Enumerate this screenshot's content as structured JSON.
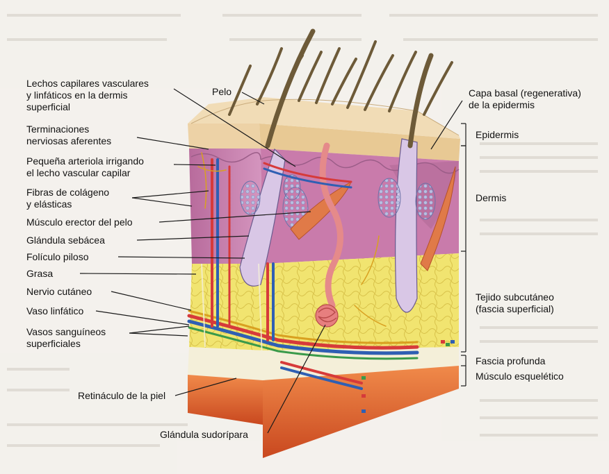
{
  "labels": {
    "pelo": "Pelo",
    "lechos_1": "Lechos capilares vasculares",
    "lechos_2": "y linfáticos en la dermis",
    "lechos_3": "superficial",
    "terminaciones_1": "Terminaciones",
    "terminaciones_2": "nerviosas aferentes",
    "arteriola_1": "Pequeña arteriola irrigando",
    "arteriola_2": "el lecho vascular capilar",
    "fibras_1": "Fibras de colágeno",
    "fibras_2": "y elásticas",
    "musculo_erector": "Músculo erector del pelo",
    "glandula_sebacea": "Glándula sebácea",
    "foliculo": "Folículo piloso",
    "grasa": "Grasa",
    "nervio": "Nervio cutáneo",
    "vaso_linfatico": "Vaso linfático",
    "vasos_1": "Vasos sanguíneos",
    "vasos_2": "superficiales",
    "retinaculo": "Retináculo de la piel",
    "sudoripara": "Glándula sudorípara",
    "capa_basal_1": "Capa basal (regenerativa)",
    "capa_basal_2": "de la epidermis",
    "epidermis": "Epidermis",
    "dermis": "Dermis",
    "subcutaneo_1": "Tejido subcutáneo",
    "subcutaneo_2": "(fascia superficial)",
    "fascia_profunda": "Fascia profunda",
    "musculo_esqueletico": "Músculo esquelético"
  },
  "colors": {
    "epidermis": "#e9cfa0",
    "dermis": "#cc7fae",
    "dermis_light": "#e1b3d2",
    "subcutaneous_fat": "#efe06a",
    "deep_fascia": "#f3eed8",
    "skeletal_muscle": "#e27135",
    "hair": "#7a6846",
    "artery": "#d63a3a",
    "vein": "#2f5fb3",
    "lymphatic": "#3a9a4a",
    "nerve": "#d9a020"
  }
}
